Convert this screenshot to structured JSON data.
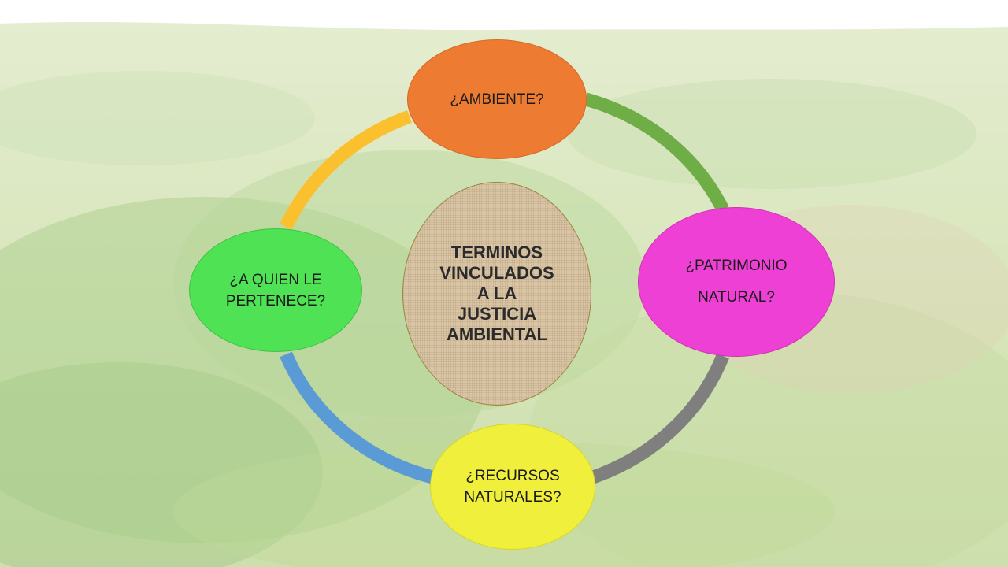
{
  "diagram": {
    "center": {
      "text": "TERMINOS\nVINCULADOS\nA LA\nJUSTICIA\nAMBIENTAL",
      "color": "#d9c4a5"
    },
    "nodes": [
      {
        "id": "top",
        "text": "¿AMBIENTE?",
        "color": "#ee7b32"
      },
      {
        "id": "right",
        "text": "¿PATRIMONIO\nNATURAL?",
        "color": "#ee40d5"
      },
      {
        "id": "bottom",
        "text": "¿RECURSOS\nNATURALES?",
        "color": "#f0ef3c"
      },
      {
        "id": "left",
        "text": "¿A QUIEN LE\nPERTENECE?",
        "color": "#4fe254"
      }
    ],
    "connectors": [
      {
        "from": "top",
        "to": "right",
        "color": "#6fad46"
      },
      {
        "from": "right",
        "to": "bottom",
        "color": "#7f7f7f"
      },
      {
        "from": "bottom",
        "to": "left",
        "color": "#5a9bd5"
      },
      {
        "from": "left",
        "to": "top",
        "color": "#fbc02d"
      }
    ]
  }
}
